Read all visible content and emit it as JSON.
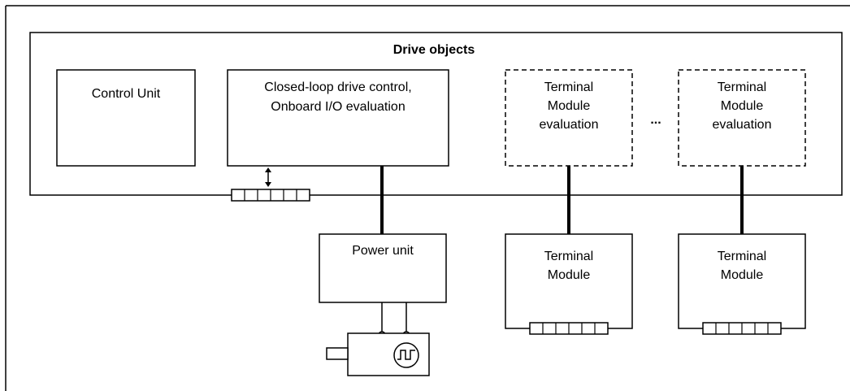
{
  "diagram": {
    "group_title": "Drive objects",
    "control_unit": {
      "label_lines": [
        "Control Unit"
      ]
    },
    "drive_control": {
      "label_lines": [
        "Closed-loop drive control,",
        "Onboard I/O evaluation"
      ]
    },
    "tm_eval_1": {
      "label_lines": [
        "Terminal",
        "Module",
        "evaluation"
      ]
    },
    "ellipsis": "...",
    "tm_eval_2": {
      "label_lines": [
        "Terminal",
        "Module",
        "evaluation"
      ]
    },
    "power_unit": {
      "label_lines": [
        "Power unit"
      ]
    },
    "terminal_module_1": {
      "label_lines": [
        "Terminal",
        "Module"
      ]
    },
    "terminal_module_2": {
      "label_lines": [
        "Terminal",
        "Module"
      ]
    }
  }
}
